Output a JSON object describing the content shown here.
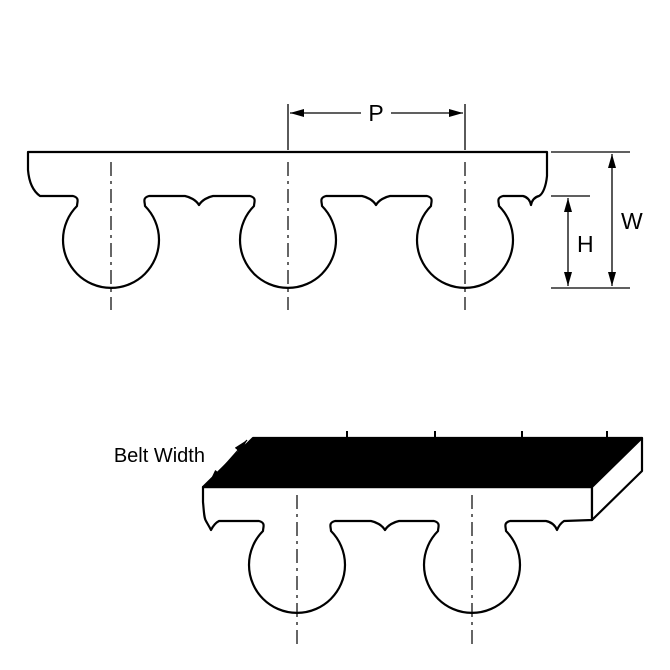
{
  "diagram": {
    "title_hidden": "",
    "dimensions": {
      "pitch_label": "P",
      "width_label": "W",
      "tooth_height_label": "H",
      "belt_width_label": "Belt Width"
    },
    "colors": {
      "line": "#000000",
      "top_face": "#000000",
      "belt_fill": "#ffffff",
      "background": "#ffffff"
    }
  }
}
